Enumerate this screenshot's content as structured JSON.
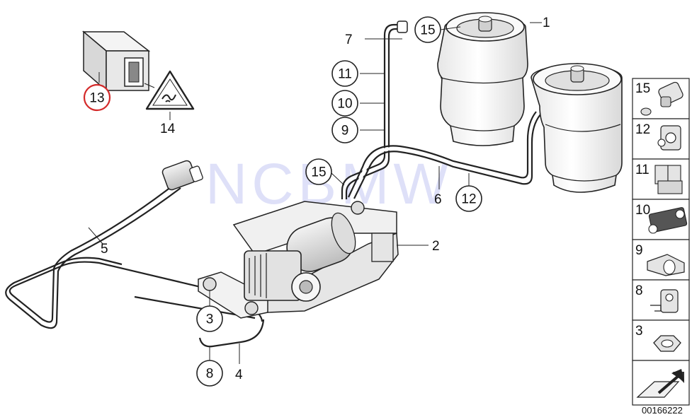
{
  "diagram": {
    "doc_number": "00166222",
    "watermark": "NCBMW",
    "highlight_color": "#d42a2a",
    "callouts": [
      {
        "id": "13",
        "label": "13",
        "highlighted": true
      },
      {
        "id": "14",
        "label": "14"
      },
      {
        "id": "7",
        "label": "7"
      },
      {
        "id": "15a",
        "label": "15"
      },
      {
        "id": "1",
        "label": "1"
      },
      {
        "id": "11",
        "label": "11"
      },
      {
        "id": "10",
        "label": "10"
      },
      {
        "id": "9",
        "label": "9"
      },
      {
        "id": "15b",
        "label": "15"
      },
      {
        "id": "6",
        "label": "6"
      },
      {
        "id": "12",
        "label": "12"
      },
      {
        "id": "5",
        "label": "5"
      },
      {
        "id": "2",
        "label": "2"
      },
      {
        "id": "3",
        "label": "3"
      },
      {
        "id": "8",
        "label": "8"
      },
      {
        "id": "4",
        "label": "4"
      }
    ],
    "side_panel": [
      {
        "label": "15",
        "icon": "fitting-icon"
      },
      {
        "label": "12",
        "icon": "clip-icon"
      },
      {
        "label": "11",
        "icon": "double-clip-icon"
      },
      {
        "label": "10",
        "icon": "multi-clip-icon"
      },
      {
        "label": "9",
        "icon": "holder-icon"
      },
      {
        "label": "8",
        "icon": "bracket-clip-icon"
      },
      {
        "label": "3",
        "icon": "hex-nut-icon"
      }
    ]
  }
}
